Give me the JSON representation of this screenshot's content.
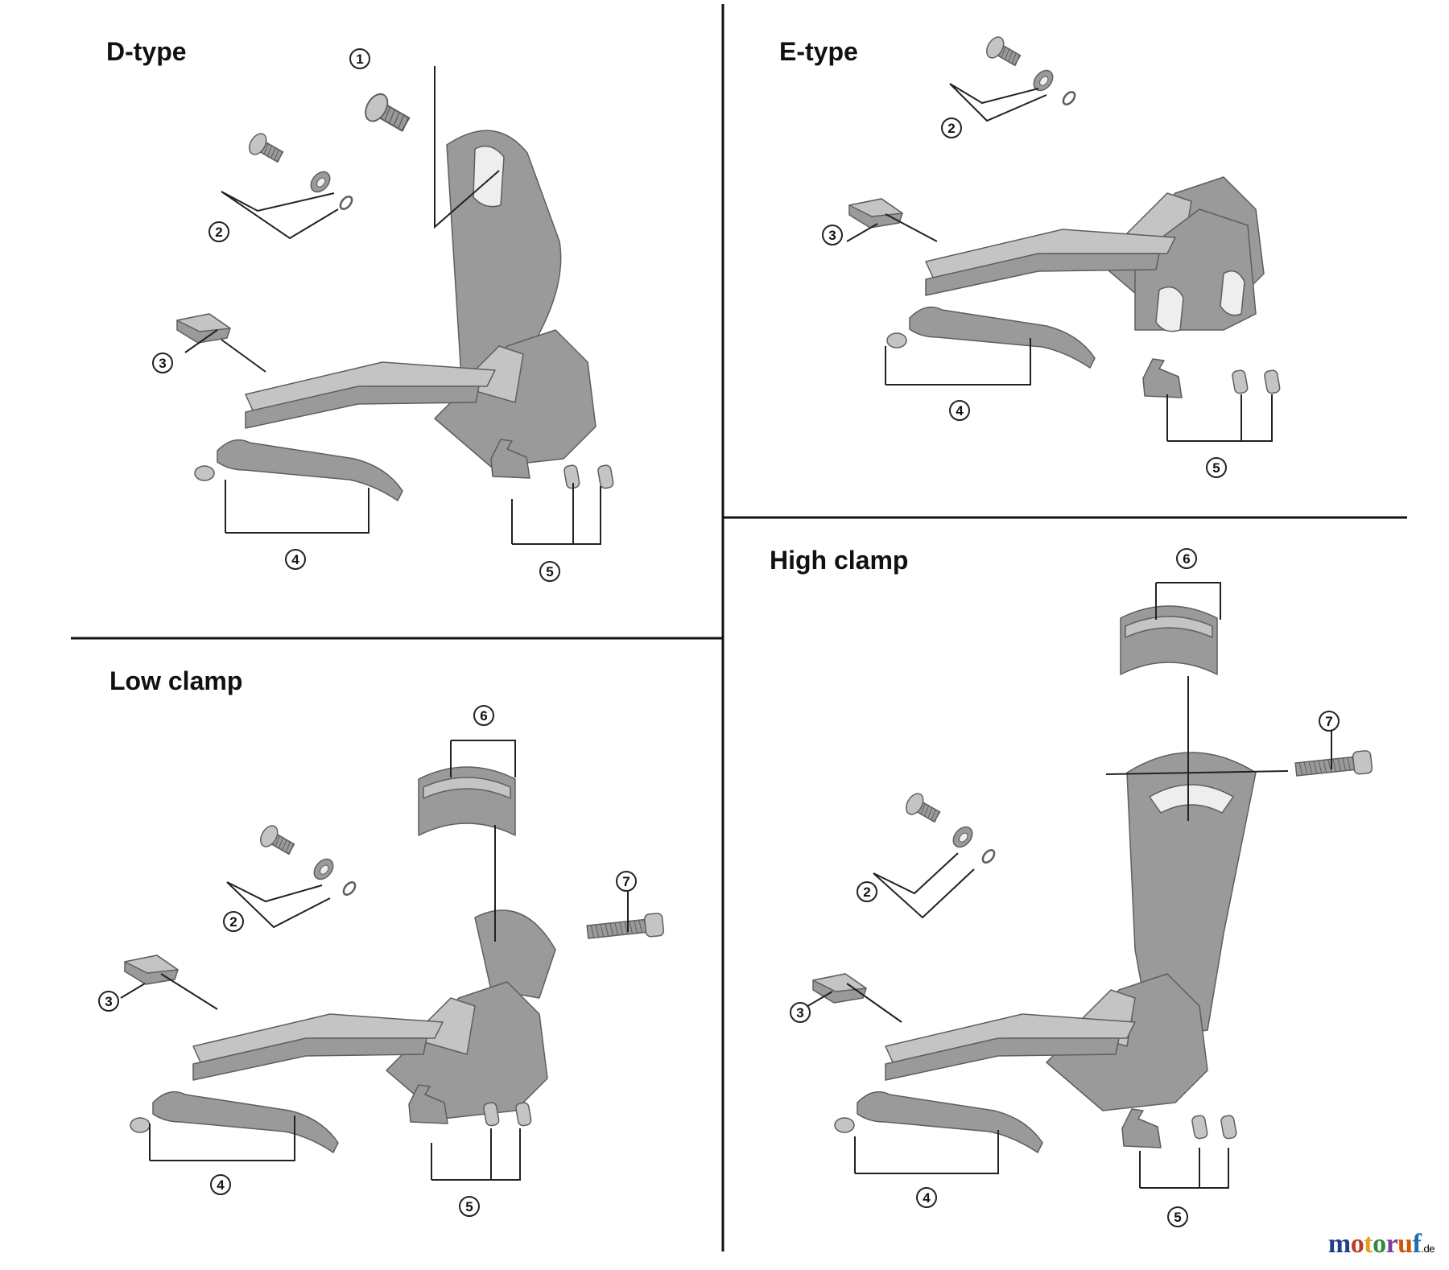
{
  "panels": {
    "dtype": {
      "title": "D-type",
      "callouts": [
        "1",
        "2",
        "3",
        "4",
        "5"
      ]
    },
    "etype": {
      "title": "E-type",
      "callouts": [
        "2",
        "3",
        "4",
        "5"
      ]
    },
    "lowclamp": {
      "title": "Low clamp",
      "callouts": [
        "2",
        "3",
        "4",
        "5",
        "6",
        "7"
      ]
    },
    "highclamp": {
      "title": "High clamp",
      "callouts": [
        "2",
        "3",
        "4",
        "5",
        "6",
        "7"
      ]
    }
  },
  "watermark": {
    "brand": "motoruf",
    "suffix": ".de"
  },
  "colors": {
    "part_fill": "#9a9a9a",
    "part_light": "#c4c4c4",
    "part_dark": "#5e5e5e",
    "line": "#222222",
    "divider": "#111111",
    "watermark_letters": [
      "#1f3f8a",
      "#c0392b",
      "#e0a020",
      "#2e8b3a",
      "#7a3fa0",
      "#d35400",
      "#1f6fb0"
    ]
  }
}
